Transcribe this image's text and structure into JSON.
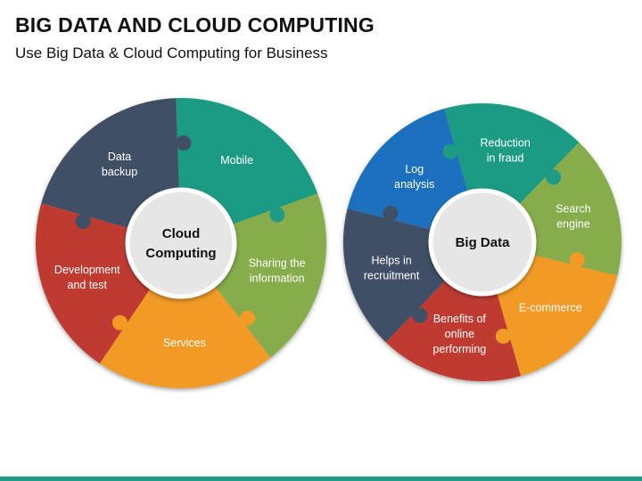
{
  "header": {
    "title": "BIG DATA AND CLOUD COMPUTING",
    "subtitle": "Use Big Data & Cloud Computing for Business"
  },
  "diagrams": [
    {
      "center": [
        "Cloud",
        "Computing"
      ],
      "segments": [
        {
          "lines": [
            "Mobile"
          ],
          "color": "#1e9b84"
        },
        {
          "lines": [
            "Sharing the",
            "information"
          ],
          "color": "#86ac4c"
        },
        {
          "lines": [
            "Services"
          ],
          "color": "#f29a26"
        },
        {
          "lines": [
            "Development",
            "and test"
          ],
          "color": "#bf3b30"
        },
        {
          "lines": [
            "Data",
            "backup"
          ],
          "color": "#3f5066"
        }
      ]
    },
    {
      "center": [
        "Big Data"
      ],
      "segments": [
        {
          "lines": [
            "Reduction",
            "in fraud"
          ],
          "color": "#1e9b84"
        },
        {
          "lines": [
            "Search",
            "engine"
          ],
          "color": "#86ac4c"
        },
        {
          "lines": [
            "E-commerce"
          ],
          "color": "#f29a26"
        },
        {
          "lines": [
            "Benefits of",
            "online",
            "performing"
          ],
          "color": "#bf3b30"
        },
        {
          "lines": [
            "Helps in",
            "recruitment"
          ],
          "color": "#3f5066"
        },
        {
          "lines": [
            "Log",
            "analysis"
          ],
          "color": "#1b6fbd"
        }
      ]
    }
  ],
  "colors": {
    "accent_bar": "#1e9b84",
    "center_fill": "#e6e6e6"
  }
}
